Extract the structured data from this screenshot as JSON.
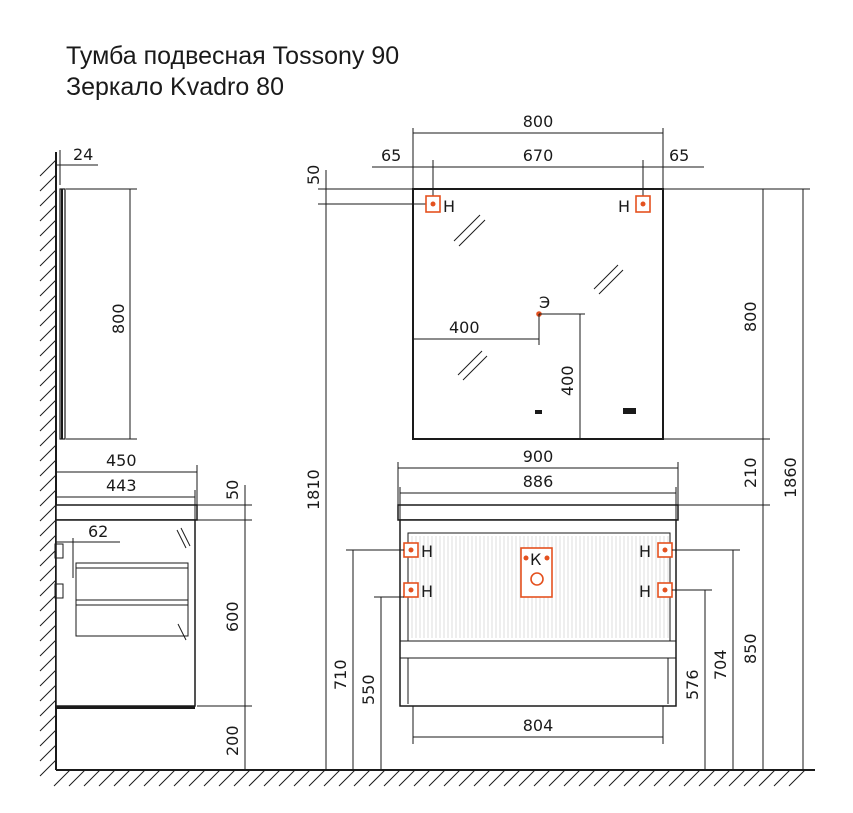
{
  "title": {
    "line1": "Тумба подвесная Tossony 90",
    "line2": "Зеркало Kvadro 80"
  },
  "side_view": {
    "mirror_depth": "24",
    "mirror_height": "800",
    "cabinet_depth_total": "450",
    "cabinet_depth_body": "443",
    "top_thickness": "50",
    "pipe_offset": "62",
    "cabinet_height": "600",
    "floor_gap": "200"
  },
  "front_view": {
    "mirror_width": "800",
    "hook_offset_left": "65",
    "hook_spacing": "670",
    "hook_offset_right": "65",
    "hook_top_offset": "50",
    "mirror_height": "800",
    "socket_horizontal": "400",
    "socket_vertical": "400",
    "gap_mirror_cabinet": "210",
    "total_height_right": "1860",
    "total_height_left": "1810",
    "cabinet_width_total": "900",
    "cabinet_width_body": "886",
    "drawer_width": "804",
    "height_850": "850",
    "height_704": "704",
    "height_576": "576",
    "height_710": "710",
    "height_550": "550"
  },
  "markers": {
    "hook": "Н",
    "socket": "Э",
    "sewer": "К"
  },
  "colors": {
    "line": "#1a1a1a",
    "marker": "#e4511f"
  }
}
